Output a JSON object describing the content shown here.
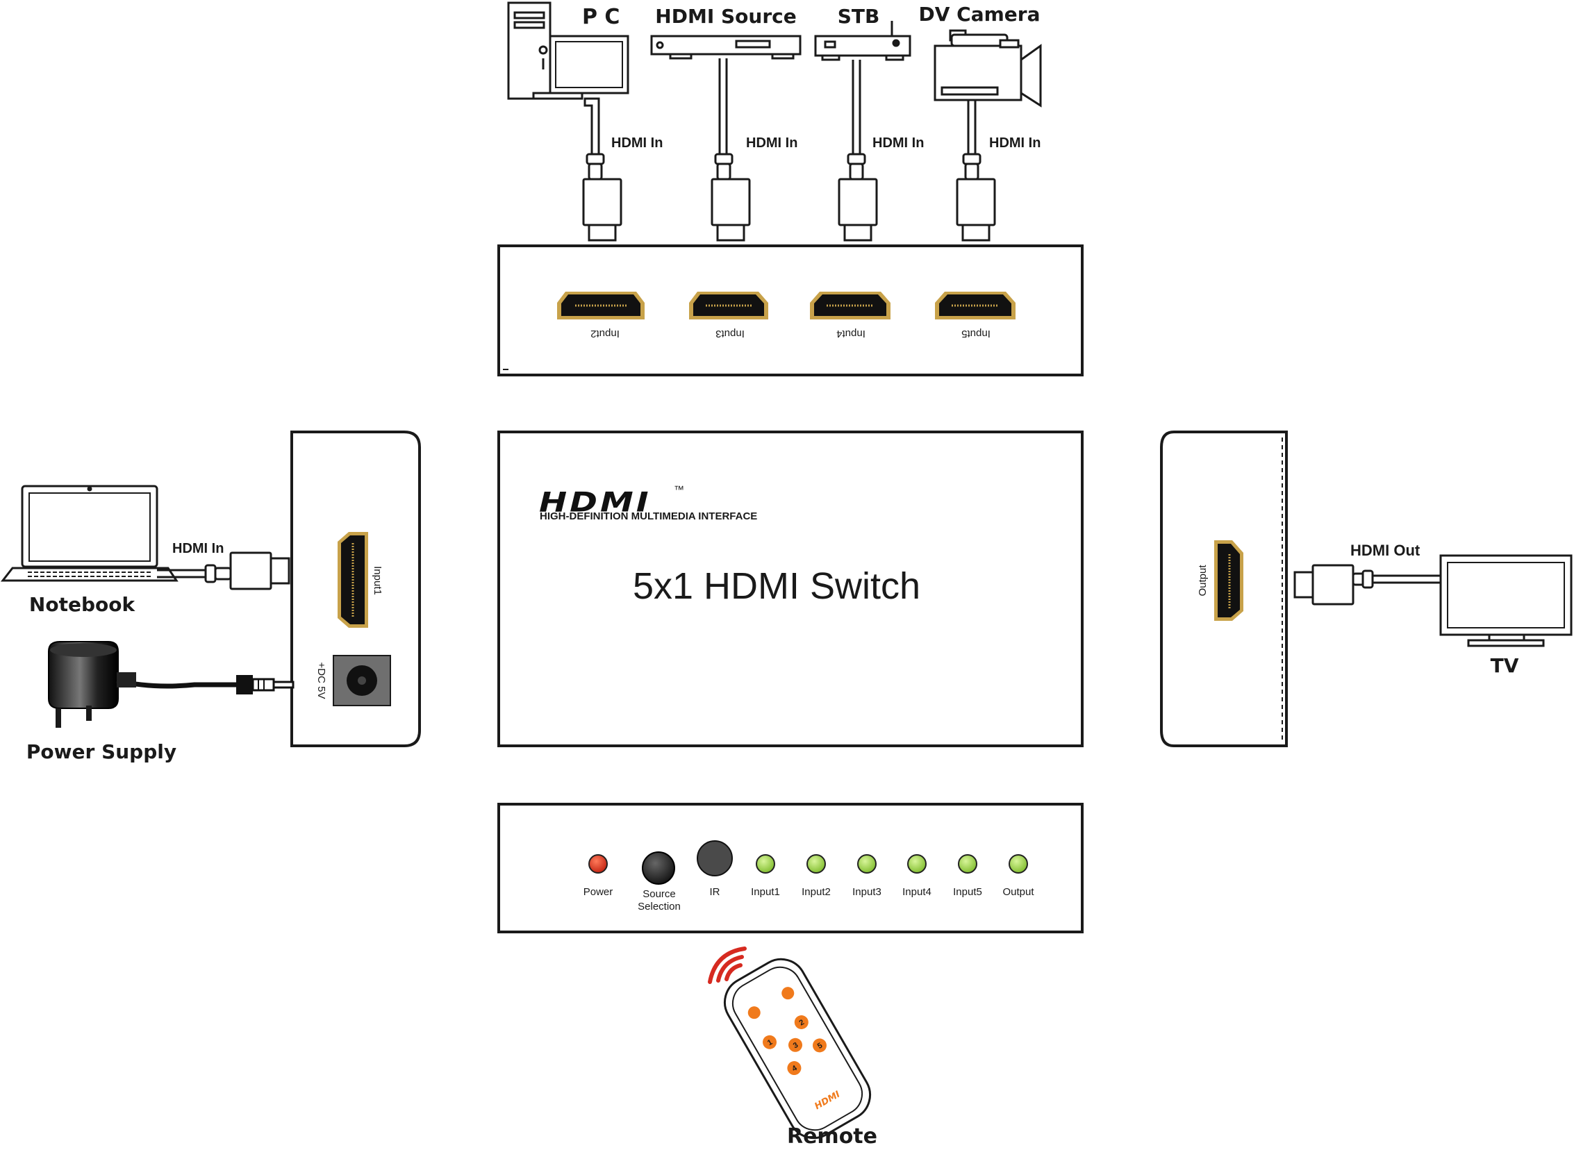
{
  "devices": {
    "pc": "P C",
    "hdmi_source": "HDMI Source",
    "stb": "STB",
    "dv_camera": "DV Camera",
    "notebook": "Notebook",
    "power_supply": "Power Supply",
    "tv": "TV",
    "remote": "Remote"
  },
  "cables": {
    "hdmi_in": "HDMI In",
    "hdmi_out": "HDMI Out"
  },
  "back_panel": {
    "ports": [
      "Input2",
      "Input3",
      "Input4",
      "Input5"
    ]
  },
  "left_panel": {
    "port": "Input1",
    "power": "+DC 5V"
  },
  "right_panel": {
    "port": "Output"
  },
  "top_panel": {
    "logo": "HDMI",
    "logo_tm": "™",
    "logo_sub": "HIGH-DEFINITION MULTIMEDIA INTERFACE",
    "title": "5x1 HDMI Switch"
  },
  "front_panel": {
    "power": "Power",
    "source_line1": "Source",
    "source_line2": "Selection",
    "ir": "IR",
    "leds": [
      "Input1",
      "Input2",
      "Input3",
      "Input4",
      "Input5",
      "Output"
    ]
  },
  "remote_buttons": [
    "1",
    "2",
    "3",
    "4",
    "5"
  ],
  "colors": {
    "led_red": "#e0301e",
    "led_green": "#9ed24a",
    "remote_orange": "#f07a1c",
    "port_gold": "#c8a24a",
    "signal_red": "#d62a20"
  }
}
